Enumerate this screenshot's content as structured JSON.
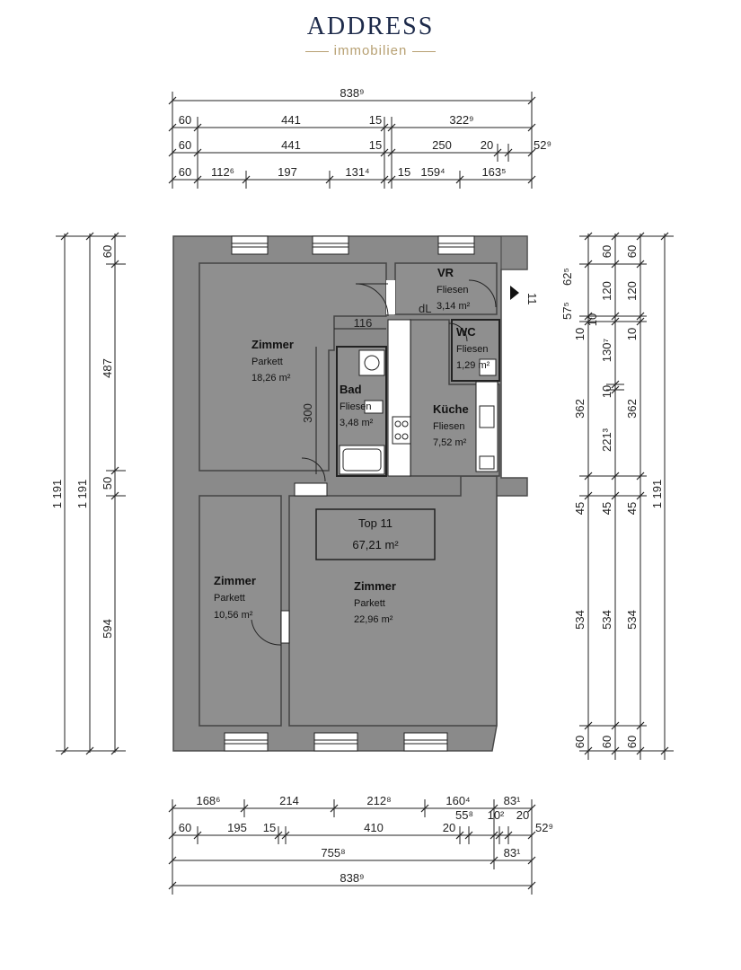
{
  "brand": {
    "name": "ADDRESS",
    "tagline": "immobilien"
  },
  "rooms": [
    {
      "name": "Zimmer",
      "floor": "Parkett",
      "area": "18,26 m²"
    },
    {
      "name": "VR",
      "floor": "Fliesen",
      "area": "3,14 m²"
    },
    {
      "name": "WC",
      "floor": "Fliesen",
      "area": "1,29 m²"
    },
    {
      "name": "Bad",
      "floor": "Fliesen",
      "area": "3,48 m²"
    },
    {
      "name": "Küche",
      "floor": "Fliesen",
      "area": "7,52 m²"
    },
    {
      "name": "Zimmer",
      "floor": "Parkett",
      "area": "10,56 m²"
    },
    {
      "name": "Zimmer",
      "floor": "Parkett",
      "area": "22,96 m²"
    }
  ],
  "unit": {
    "name": "Top 11",
    "area": "67,21 m²"
  },
  "marks": {
    "bad_width": "116",
    "bad_height": "300",
    "entrance": "11",
    "dl": "dL"
  },
  "dims_top": {
    "total": "838⁹",
    "row1": [
      "60",
      "441",
      "15",
      "322⁹"
    ],
    "row2": [
      "60",
      "441",
      "15",
      "250",
      "20",
      "52⁹"
    ],
    "row3": [
      "60",
      "112⁶",
      "197",
      "131⁴",
      "15",
      "159⁴",
      "163⁵"
    ]
  },
  "dims_bottom": {
    "row1": [
      "168⁶",
      "214",
      "212⁸",
      "160⁴",
      "83¹"
    ],
    "row2": [
      "60",
      "195",
      "15",
      "410",
      "20",
      "55⁸",
      "10²",
      "20",
      "52⁹"
    ],
    "row3": [
      "755⁸",
      "83¹"
    ],
    "total": "838⁹"
  },
  "dims_left": {
    "totals": [
      "1 191",
      "1 191"
    ],
    "segments": [
      "60",
      "487",
      "50",
      "594"
    ]
  },
  "dims_right": {
    "col1": [
      "57⁵",
      "62⁵",
      "10",
      "362",
      "45",
      "534",
      "60"
    ],
    "col2": [
      "60",
      "120",
      "10",
      "130⁷",
      "10",
      "221³",
      "45",
      "534",
      "60"
    ],
    "col3": [
      "60",
      "120",
      "10",
      "362",
      "45",
      "534",
      "60"
    ],
    "total": "1 191"
  }
}
